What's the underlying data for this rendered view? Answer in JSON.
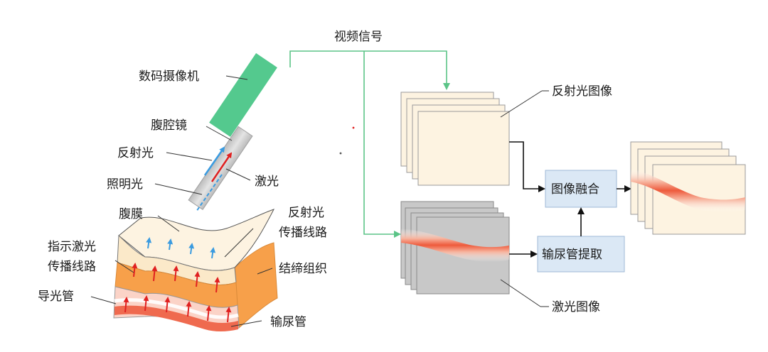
{
  "labels": {
    "video_signal": "视频信号",
    "camera": "数码摄像机",
    "laparoscope": "腹腔镜",
    "reflected_light": "反射光",
    "laser": "激光",
    "illumination_light": "照明光",
    "peritoneum": "腹膜",
    "reflected_path_line1": "反射光",
    "reflected_path_line2": "传播线路",
    "indicator_path_line1": "指示激光",
    "indicator_path_line2": "传播线路",
    "connective_tissue": "结缔组织",
    "light_guide": "导光管",
    "ureter": "输尿管",
    "reflected_image": "反射光图像",
    "laser_image": "激光图像",
    "image_fusion": "图像融合",
    "ureter_extraction": "输尿管提取"
  },
  "colors": {
    "camera_green": "#54c98e",
    "connector_green": "#5bc487",
    "box_fill": "#dbe8f5",
    "box_stroke": "#9fb9d6",
    "frame_cream": "#fdf3e1",
    "frame_gray": "#c8c8c8",
    "ureter_red": "#ef6a4f",
    "tissue_orange": "#f7a04a",
    "arrow_red": "#e02020",
    "arrow_blue": "#3a9be0"
  }
}
